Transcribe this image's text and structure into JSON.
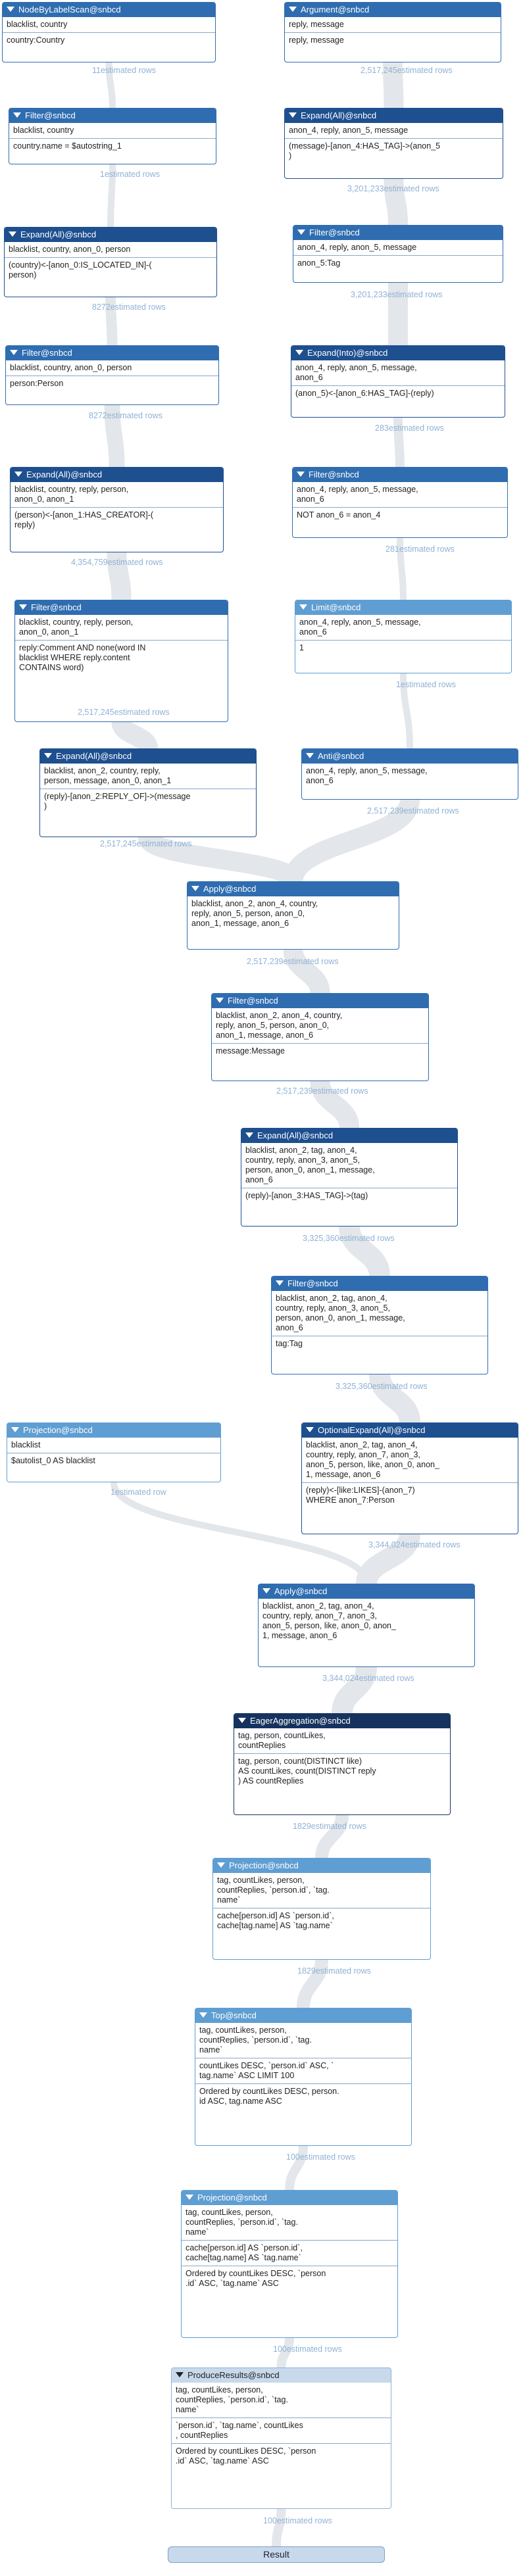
{
  "nodes": [
    {
      "title": "NodeByLabelScan@snbcd",
      "color": "#2f6db0",
      "sections": [
        "blacklist, country",
        "country:Country"
      ],
      "rows": "11estimated rows"
    },
    {
      "title": "Argument@snbcd",
      "color": "#2f6db0",
      "sections": [
        "reply, message",
        "reply, message"
      ],
      "rows": "2,517,245estimated rows"
    },
    {
      "title": "Filter@snbcd",
      "color": "#2f6db0",
      "sections": [
        "blacklist, country",
        "country.name = $autostring_1"
      ],
      "rows": "1estimated rows"
    },
    {
      "title": "Expand(All)@snbcd",
      "color": "#1e4f8f",
      "sections": [
        "anon_4, reply, anon_5, message",
        "(message)-[anon_4:HAS_TAG]->(anon_5\n)"
      ],
      "rows": "3,201,233estimated rows"
    },
    {
      "title": "Expand(All)@snbcd",
      "color": "#1e4f8f",
      "sections": [
        "blacklist, country, anon_0, person",
        "(country)<-[anon_0:IS_LOCATED_IN]-(\nperson)"
      ],
      "rows": "8272estimated rows"
    },
    {
      "title": "Filter@snbcd",
      "color": "#2f6db0",
      "sections": [
        "anon_4, reply, anon_5, message",
        "anon_5:Tag"
      ],
      "rows": "3,201,233estimated rows"
    },
    {
      "title": "Filter@snbcd",
      "color": "#2f6db0",
      "sections": [
        "blacklist, country, anon_0, person",
        "person:Person"
      ],
      "rows": "8272estimated rows"
    },
    {
      "title": "Expand(Into)@snbcd",
      "color": "#1e4f8f",
      "sections": [
        "anon_4, reply, anon_5, message,\nanon_6",
        "(anon_5)<-[anon_6:HAS_TAG]-(reply)"
      ],
      "rows": "283estimated rows"
    },
    {
      "title": "Expand(All)@snbcd",
      "color": "#1e4f8f",
      "sections": [
        "blacklist, country, reply, person,\nanon_0, anon_1",
        "(person)<-[anon_1:HAS_CREATOR]-(\nreply)"
      ],
      "rows": "4,354,759estimated rows"
    },
    {
      "title": "Filter@snbcd",
      "color": "#2f6db0",
      "sections": [
        "anon_4, reply, anon_5, message,\nanon_6",
        "NOT anon_6 = anon_4"
      ],
      "rows": "281estimated rows"
    },
    {
      "title": "Filter@snbcd",
      "color": "#2f6db0",
      "sections": [
        "blacklist, country, reply, person,\nanon_0, anon_1",
        "reply:Comment AND none(word IN\nblacklist WHERE reply.content\nCONTAINS word)"
      ],
      "rows": "2,517,245estimated rows"
    },
    {
      "title": "Limit@snbcd",
      "color": "#5f9ed2",
      "sections": [
        "anon_4, reply, anon_5, message,\nanon_6",
        "1"
      ],
      "rows": "1estimated rows"
    },
    {
      "title": "Expand(All)@snbcd",
      "color": "#1e4f8f",
      "sections": [
        "blacklist, anon_2, country, reply,\nperson, message, anon_0, anon_1",
        "(reply)-[anon_2:REPLY_OF]->(message\n)"
      ],
      "rows": "2,517,245estimated rows"
    },
    {
      "title": "Anti@snbcd",
      "color": "#2f6db0",
      "sections": [
        "anon_4, reply, anon_5, message,\nanon_6"
      ],
      "rows": "2,517,239estimated rows"
    },
    {
      "title": "Apply@snbcd",
      "color": "#2f6db0",
      "sections": [
        "blacklist, anon_2, anon_4, country,\nreply, anon_5, person, anon_0,\nanon_1, message, anon_6"
      ],
      "rows": "2,517,239estimated rows"
    },
    {
      "title": "Filter@snbcd",
      "color": "#2f6db0",
      "sections": [
        "blacklist, anon_2, anon_4, country,\nreply, anon_5, person, anon_0,\nanon_1, message, anon_6",
        "message:Message"
      ],
      "rows": "2,517,239estimated rows"
    },
    {
      "title": "Expand(All)@snbcd",
      "color": "#1e4f8f",
      "sections": [
        "blacklist, anon_2, tag, anon_4,\ncountry, reply, anon_3, anon_5,\nperson, anon_0, anon_1, message,\nanon_6",
        "(reply)-[anon_3:HAS_TAG]->(tag)"
      ],
      "rows": "3,325,360estimated rows"
    },
    {
      "title": "Filter@snbcd",
      "color": "#2f6db0",
      "sections": [
        "blacklist, anon_2, tag, anon_4,\ncountry, reply, anon_3, anon_5,\nperson, anon_0, anon_1, message,\nanon_6",
        "tag:Tag"
      ],
      "rows": "3,325,360estimated rows"
    },
    {
      "title": "Projection@snbcd",
      "color": "#5f9ed2",
      "sections": [
        "blacklist",
        "$autolist_0 AS blacklist"
      ],
      "rows": "1estimated row"
    },
    {
      "title": "OptionalExpand(All)@snbcd",
      "color": "#1e4f8f",
      "sections": [
        "blacklist, anon_2, tag, anon_4,\ncountry, reply, anon_7, anon_3,\nanon_5, person, like, anon_0, anon_\n1, message, anon_6",
        "(reply)<-[like:LIKES]-(anon_7)\nWHERE anon_7:Person"
      ],
      "rows": "3,344,024estimated rows"
    },
    {
      "title": "Apply@snbcd",
      "color": "#2f6db0",
      "sections": [
        "blacklist, anon_2, tag, anon_4,\ncountry, reply, anon_7, anon_3,\nanon_5, person, like, anon_0, anon_\n1, message, anon_6"
      ],
      "rows": "3,344,024estimated rows"
    },
    {
      "title": "EagerAggregation@snbcd",
      "color": "#16335f",
      "sections": [
        "tag, person, countLikes,\ncountReplies",
        "tag, person, count(DISTINCT like)\nAS countLikes, count(DISTINCT reply\n) AS countReplies"
      ],
      "rows": "1829estimated rows"
    },
    {
      "title": "Projection@snbcd",
      "color": "#5f9ed2",
      "sections": [
        "tag, countLikes, person,\ncountReplies, `person.id`, `tag.\nname`",
        "cache[person.id] AS `person.id`,\ncache[tag.name] AS `tag.name`"
      ],
      "rows": "1829estimated rows"
    },
    {
      "title": "Top@snbcd",
      "color": "#5f9ed2",
      "sections": [
        "tag, countLikes, person,\ncountReplies, `person.id`, `tag.\nname`",
        "countLikes DESC, `person.id` ASC, `\ntag.name` ASC LIMIT 100",
        "Ordered by countLikes DESC, person.\nid ASC, tag.name ASC"
      ],
      "rows": "100estimated rows"
    },
    {
      "title": "Projection@snbcd",
      "color": "#5f9ed2",
      "sections": [
        "tag, countLikes, person,\ncountReplies, `person.id`, `tag.\nname`",
        "cache[person.id] AS `person.id`,\ncache[tag.name] AS `tag.name`",
        "Ordered by countLikes DESC, `person\n.id` ASC, `tag.name` ASC"
      ],
      "rows": "100estimated rows"
    },
    {
      "title": "ProduceResults@snbcd",
      "color": "#c9d9ec",
      "dark": true,
      "sections": [
        "tag, countLikes, person,\ncountReplies, `person.id`, `tag.\nname`",
        "`person.id`, `tag.name`, countLikes\n, countReplies",
        "Ordered by countLikes DESC, `person\n.id` ASC, `tag.name` ASC"
      ],
      "rows": "100estimated rows"
    }
  ],
  "result_label": "Result"
}
